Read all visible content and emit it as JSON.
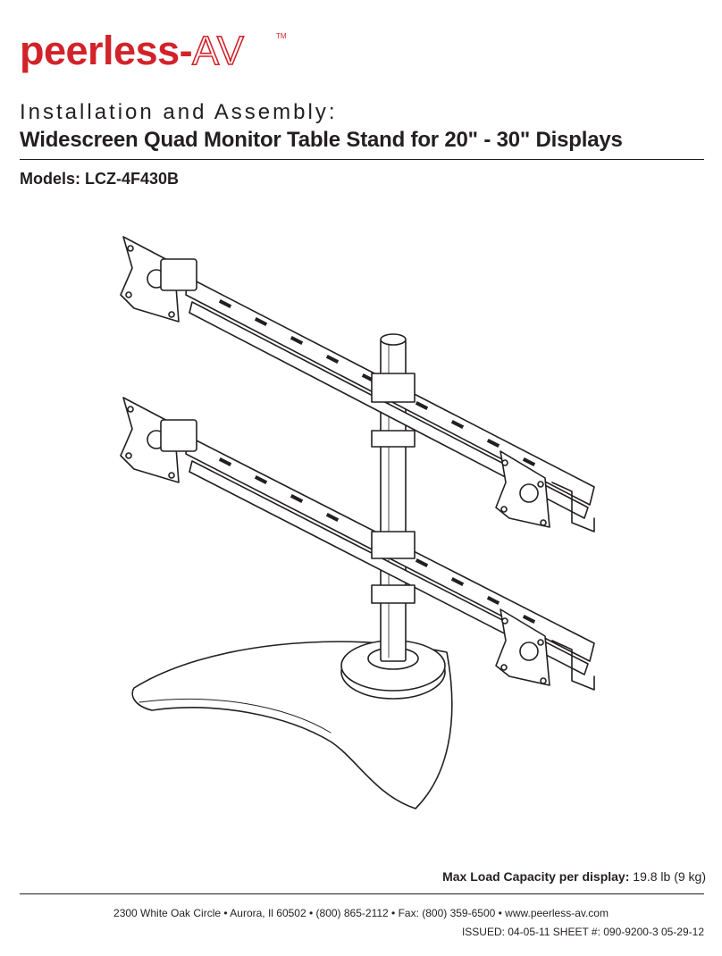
{
  "logo": {
    "name": "peerless",
    "dash": "-",
    "suffix": "AV",
    "tm": "TM"
  },
  "title": {
    "line1": "Installation and Assembly:",
    "line2": "Widescreen Quad Monitor Table Stand for 20\" - 30\" Displays"
  },
  "models": "Models: LCZ-4F430B",
  "capacity": {
    "label": "Max Load Capacity per display:",
    "value": "19.8 lb (9 kg)"
  },
  "footer": {
    "address": "2300 White Oak Circle  •  Aurora, Il 60502  •  (800) 865-2112  •  Fax: (800) 359-6500  •  www.peerless-av.com",
    "issued": "ISSUED: 04-05-11  SHEET #: 090-9200-3  05-29-12"
  },
  "colors": {
    "brand": "#d2232a",
    "ink": "#231f20"
  },
  "illustration": {
    "subject": "quad-monitor-table-stand"
  }
}
